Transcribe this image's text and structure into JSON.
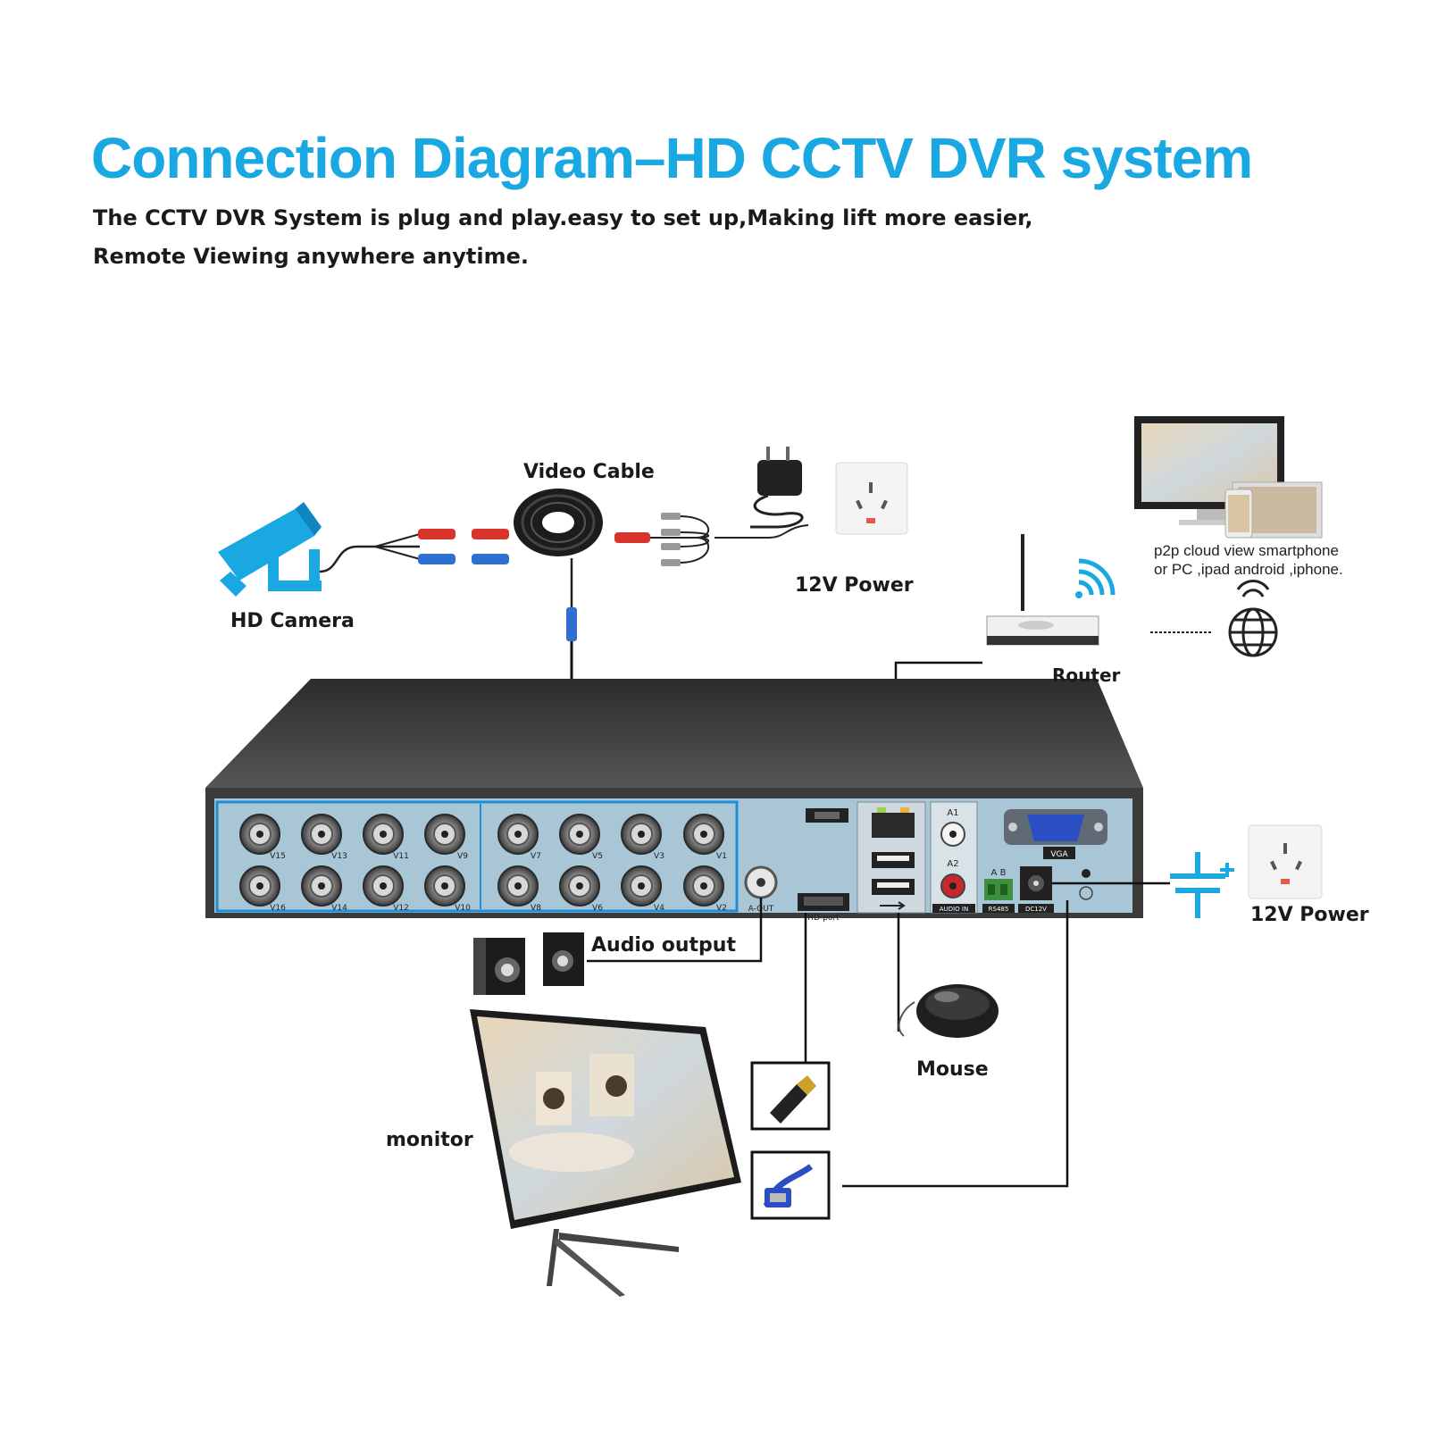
{
  "title": "Connection Diagram–HD CCTV DVR system",
  "subtitle": {
    "line1": "The CCTV DVR System is plug and play.easy to set up,Making lift more easier,",
    "line2": "Remote Viewing anywhere anytime."
  },
  "labels": {
    "video_cable": "Video Cable",
    "hd_camera": "HD Camera",
    "power_top": "12V Power",
    "power_right": "12V Power",
    "router": "Router",
    "p2p_line1": "p2p cloud view smartphone",
    "p2p_line2": "or PC ,ipad android ,iphone.",
    "audio_output": "Audio output",
    "mouse": "Mouse",
    "monitor": "monitor"
  },
  "dvr": {
    "channels_top": [
      "V15",
      "V13",
      "V11",
      "V9",
      "V7",
      "V5",
      "V3",
      "V1"
    ],
    "channels_bottom": [
      "V16",
      "V14",
      "V12",
      "V10",
      "V8",
      "V6",
      "V4",
      "V2"
    ],
    "ports": {
      "aout": "A-OUT",
      "hdmi": "HD-port",
      "vga": "VGA",
      "a1": "A1",
      "a2": "A2",
      "audio_in": "AUDIO IN",
      "rs485": "RS485",
      "ab": "A  B",
      "dc12v": "DC12V"
    }
  },
  "colors": {
    "accent": "#1aa8e2",
    "panel": "#a9c6d6",
    "chassis": "#3b3b3b",
    "channel_frame": "#1e8fd6"
  }
}
